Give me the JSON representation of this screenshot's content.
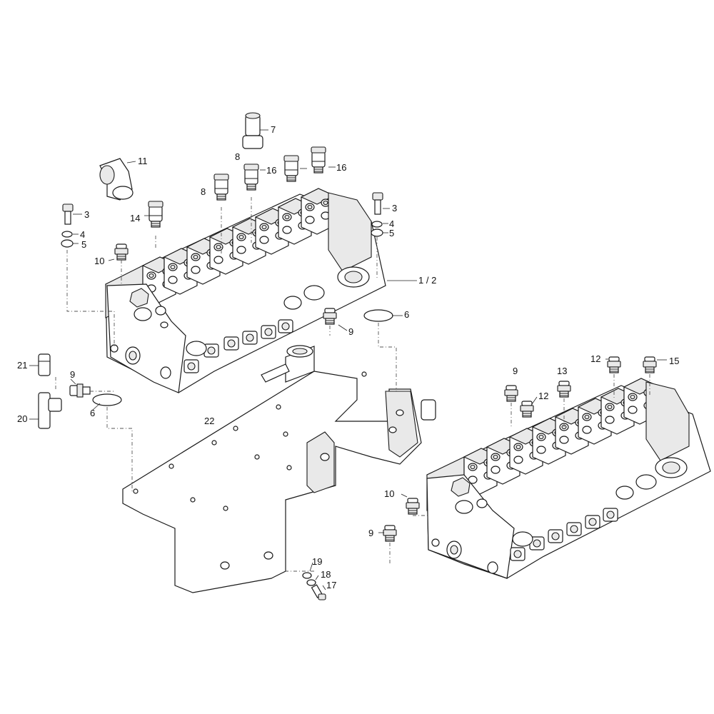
{
  "diagram": {
    "callouts": {
      "c1_2": "1 / 2",
      "c3_left": "3",
      "c4_left": "4",
      "c5_left": "5",
      "c3_right": "3",
      "c4_right": "4",
      "c5_right": "5",
      "c6_top": "6",
      "c6_left": "6",
      "c7": "7",
      "c8_top": "8",
      "c8_left": "8",
      "c9_mid": "9",
      "c9_left": "9",
      "c9_right_top": "9",
      "c9_right_bot": "9",
      "c10_left": "10",
      "c10_right": "10",
      "c11": "11",
      "c12_top": "12",
      "c12_mid": "12",
      "c13": "13",
      "c14": "14",
      "c15": "15",
      "c16_a": "16",
      "c16_b": "16",
      "c17": "17",
      "c18": "18",
      "c19": "19",
      "c20": "20",
      "c21": "21",
      "c22": "22"
    }
  }
}
